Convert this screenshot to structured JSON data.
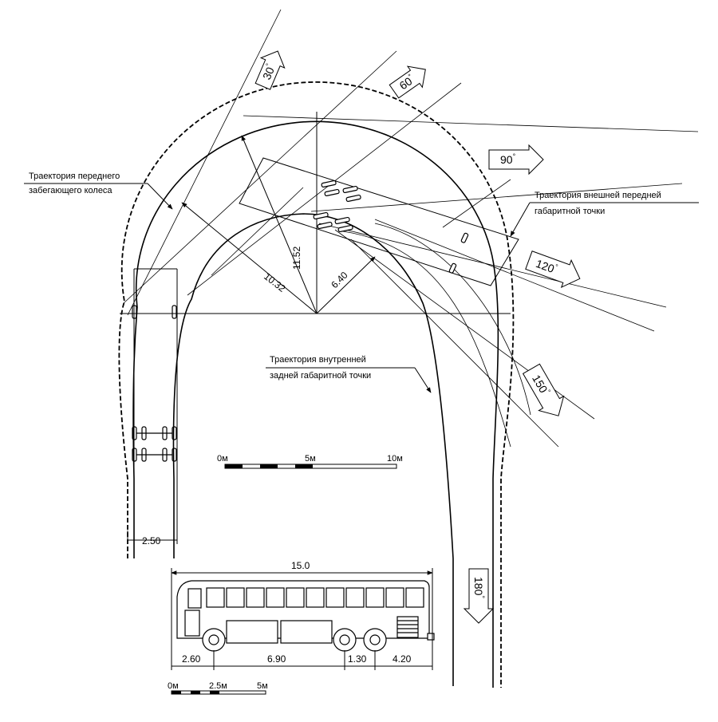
{
  "annotations": {
    "front_wheel": {
      "line1": "Траектория переднего",
      "line2": "забегающего колеса"
    },
    "outer_front": {
      "line1": "Траектория внешней передней",
      "line2": "габаритной точки"
    },
    "inner_rear": {
      "line1": "Траектория внутренней",
      "line2": "задней габаритной точки"
    }
  },
  "angles": {
    "a30": "30",
    "a60": "60",
    "a90": "90",
    "a120": "120",
    "a150": "150",
    "a180": "180",
    "deg": "°"
  },
  "radii": {
    "r_outer": "11.52",
    "r_mid": "10.32",
    "r_inner": "6.40"
  },
  "width_dim": "2.50",
  "scale_main": {
    "s0": "0м",
    "s5": "5м",
    "s10": "10м"
  },
  "bus": {
    "length": "15.0",
    "front_overhang": "2.60",
    "wheelbase": "6.90",
    "axle_spacing": "1.30",
    "rear_overhang": "4.20"
  },
  "scale_bus": {
    "s0": "0м",
    "s25": "2.5м",
    "s5": "5м"
  }
}
